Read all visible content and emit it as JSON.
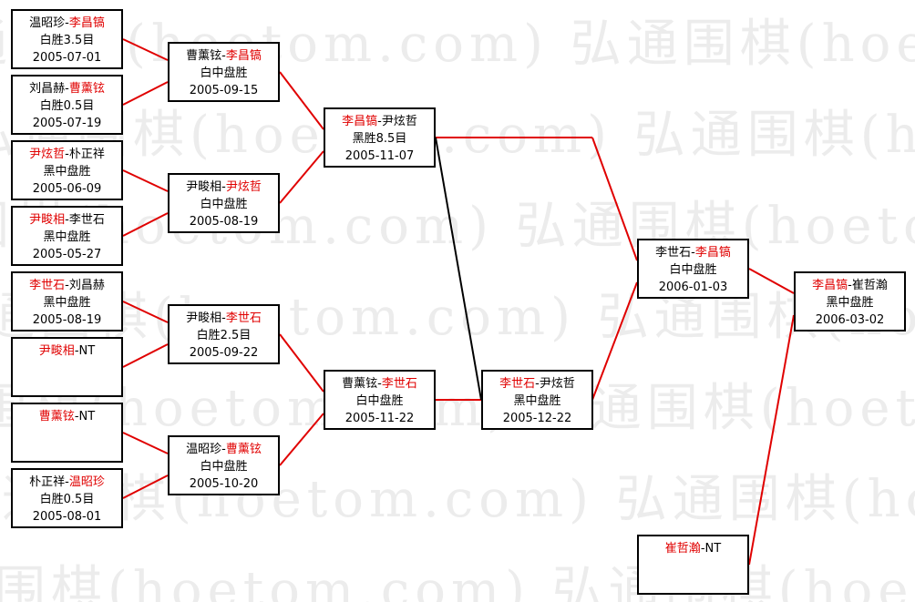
{
  "watermark": "弘通围棋(hoetom.com)",
  "colors": {
    "winner": "#e00000",
    "line_red": "#e00000",
    "line_black": "#000000"
  },
  "matches": [
    {
      "id": "r1-1",
      "p1": "温昭珍",
      "p2": "李昌镐",
      "winner": 2,
      "result": "白胜3.5目",
      "date": "2005-07-01"
    },
    {
      "id": "r1-2",
      "p1": "刘昌赫",
      "p2": "曹薰铉",
      "winner": 2,
      "result": "白胜0.5目",
      "date": "2005-07-19"
    },
    {
      "id": "r1-3",
      "p1": "尹炫哲",
      "p2": "朴正祥",
      "winner": 1,
      "result": "黑中盘胜",
      "date": "2005-06-09"
    },
    {
      "id": "r1-4",
      "p1": "尹畯相",
      "p2": "李世石",
      "winner": 1,
      "result": "黑中盘胜",
      "date": "2005-05-27"
    },
    {
      "id": "r1-5",
      "p1": "李世石",
      "p2": "刘昌赫",
      "winner": 1,
      "result": "黑中盘胜",
      "date": "2005-08-19"
    },
    {
      "id": "r1-6",
      "p1": "尹畯相",
      "p2": "NT",
      "winner": 1,
      "result": "",
      "date": ""
    },
    {
      "id": "r1-7",
      "p1": "曹薰铉",
      "p2": "NT",
      "winner": 1,
      "result": "",
      "date": ""
    },
    {
      "id": "r1-8",
      "p1": "朴正祥",
      "p2": "温昭珍",
      "winner": 2,
      "result": "白胜0.5目",
      "date": "2005-08-01"
    },
    {
      "id": "r2-1",
      "p1": "曹薰铉",
      "p2": "李昌镐",
      "winner": 2,
      "result": "白中盘胜",
      "date": "2005-09-15"
    },
    {
      "id": "r2-2",
      "p1": "尹畯相",
      "p2": "尹炫哲",
      "winner": 2,
      "result": "白中盘胜",
      "date": "2005-08-19"
    },
    {
      "id": "r2-3",
      "p1": "尹畯相",
      "p2": "李世石",
      "winner": 2,
      "result": "白胜2.5目",
      "date": "2005-09-22"
    },
    {
      "id": "r2-4",
      "p1": "温昭珍",
      "p2": "曹薰铉",
      "winner": 2,
      "result": "白中盘胜",
      "date": "2005-10-20"
    },
    {
      "id": "r3-1",
      "p1": "李昌镐",
      "p2": "尹炫哲",
      "winner": 1,
      "result": "黑胜8.5目",
      "date": "2005-11-07"
    },
    {
      "id": "r3-2",
      "p1": "曹薰铉",
      "p2": "李世石",
      "winner": 2,
      "result": "白中盘胜",
      "date": "2005-11-22"
    },
    {
      "id": "r4-1",
      "p1": "李世石",
      "p2": "尹炫哲",
      "winner": 1,
      "result": "黑中盘胜",
      "date": "2005-12-22"
    },
    {
      "id": "r5-1",
      "p1": "李世石",
      "p2": "李昌镐",
      "winner": 2,
      "result": "白中盘胜",
      "date": "2006-01-03"
    },
    {
      "id": "r5-2",
      "p1": "崔哲瀚",
      "p2": "NT",
      "winner": 1,
      "result": "",
      "date": ""
    },
    {
      "id": "f-1",
      "p1": "李昌镐",
      "p2": "崔哲瀚",
      "winner": 1,
      "result": "黑中盘胜",
      "date": "2006-03-02"
    }
  ]
}
